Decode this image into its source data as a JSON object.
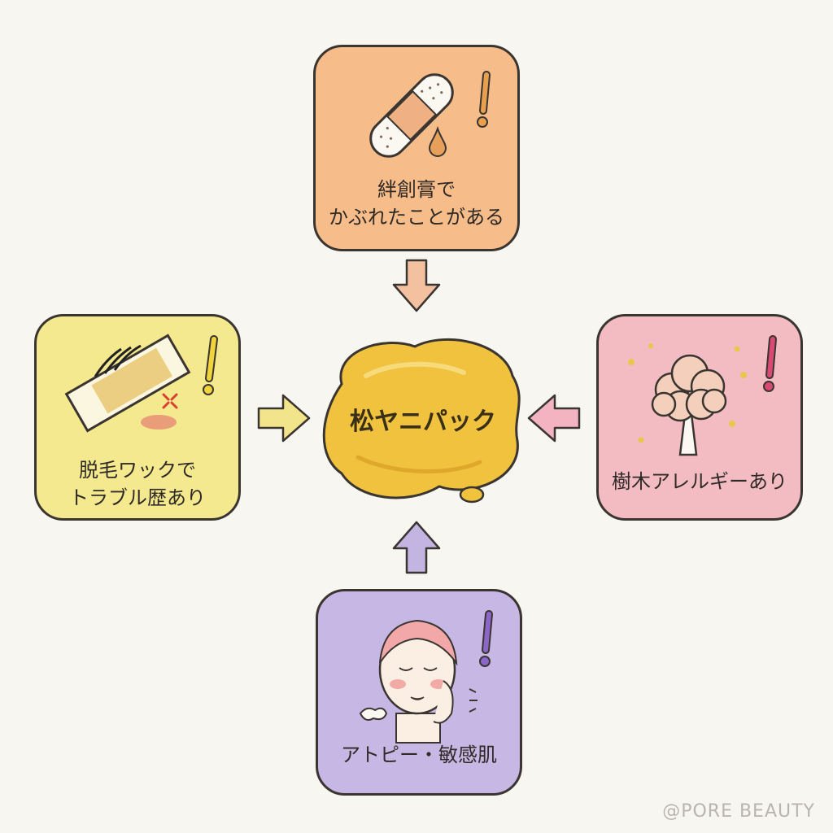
{
  "center": {
    "label": "松ヤニパック",
    "color": "#f0c23e"
  },
  "cards": {
    "top": {
      "lines": [
        "絆創膏で",
        "かぶれたことがある"
      ],
      "color": "#f6bc8a",
      "icon": "bandage-icon"
    },
    "left": {
      "lines": [
        "脱毛ワックで",
        "トラブル歴あり"
      ],
      "color": "#f4e98e",
      "icon": "wax-strip-icon"
    },
    "right": {
      "lines": [
        "樹木アレルギーあり"
      ],
      "color": "#f3bcc3",
      "icon": "tree-icon"
    },
    "bottom": {
      "lines": [
        "アトピー・敏感肌"
      ],
      "color": "#c7b7e4",
      "icon": "sensitive-face-icon"
    }
  },
  "watermark": "@PORE BEAUTY"
}
